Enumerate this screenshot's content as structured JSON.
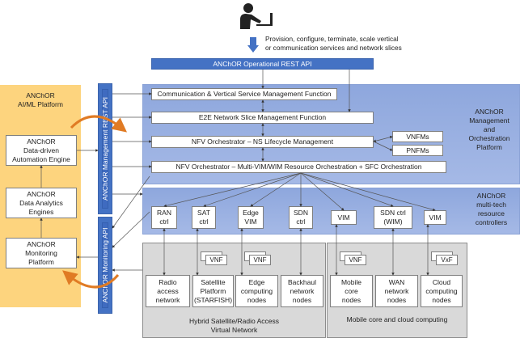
{
  "header": {
    "user_icon": "person-at-laptop-icon",
    "operations_note": "Provision, configure, terminate, scale vertical\nor communication services and network slices",
    "operational_api": "ANChOR Operational REST API"
  },
  "ai_platform": {
    "title": "ANChOR\nAI/ML Platform",
    "automation_engine": "ANChOR\nData-driven\nAutomation Engine",
    "analytics_engines": "ANChOR\nData Analytics\nEngines",
    "monitoring_platform": "ANChOR\nMonitoring\nPlatform"
  },
  "apis": {
    "management": "ANChOR Management REST API",
    "monitoring": "ANChOR Monitoring API"
  },
  "mano": {
    "title": "ANChOR\nManagement\nand\nOrchestration\nPlatform",
    "functions": [
      "Communication & Vertical Service Management Function",
      "E2E Network Slice Management Function",
      "NFV Orchestrator – NS Lifecycle Management",
      "NFV Orchestrator – Multi-VIM/WIM Resource Orchestration + SFC Orchestration"
    ],
    "vnfms": "VNFMs",
    "pnfms": "PNFMs"
  },
  "controllers": {
    "title": "ANChOR\nmulti-tech\nresource\ncontrollers",
    "items": [
      "RAN\nctrl",
      "SAT\nctrl",
      "Edge\nVIM",
      "SDN\nctrl",
      "VIM",
      "SDN ctrl\n(WIM)",
      "VIM"
    ]
  },
  "hybrid_network": {
    "title": "Hybrid Satellite/Radio Access\nVirtual Network",
    "nodes": [
      "Radio\naccess\nnetwork",
      "Satellite\nPlatform\n(STARFISH)",
      "Edge\ncomputing\nnodes",
      "Backhaul\nnetwork\nnodes"
    ],
    "vnf_label": "VNF"
  },
  "core_cloud": {
    "title": "Mobile core and cloud computing",
    "nodes": [
      "Mobile\ncore\nnodes",
      "WAN\nnetwork\nnodes",
      "Cloud\ncomputing\nnodes"
    ],
    "vnf_label": "VNF",
    "vxf_label": "VxF"
  }
}
